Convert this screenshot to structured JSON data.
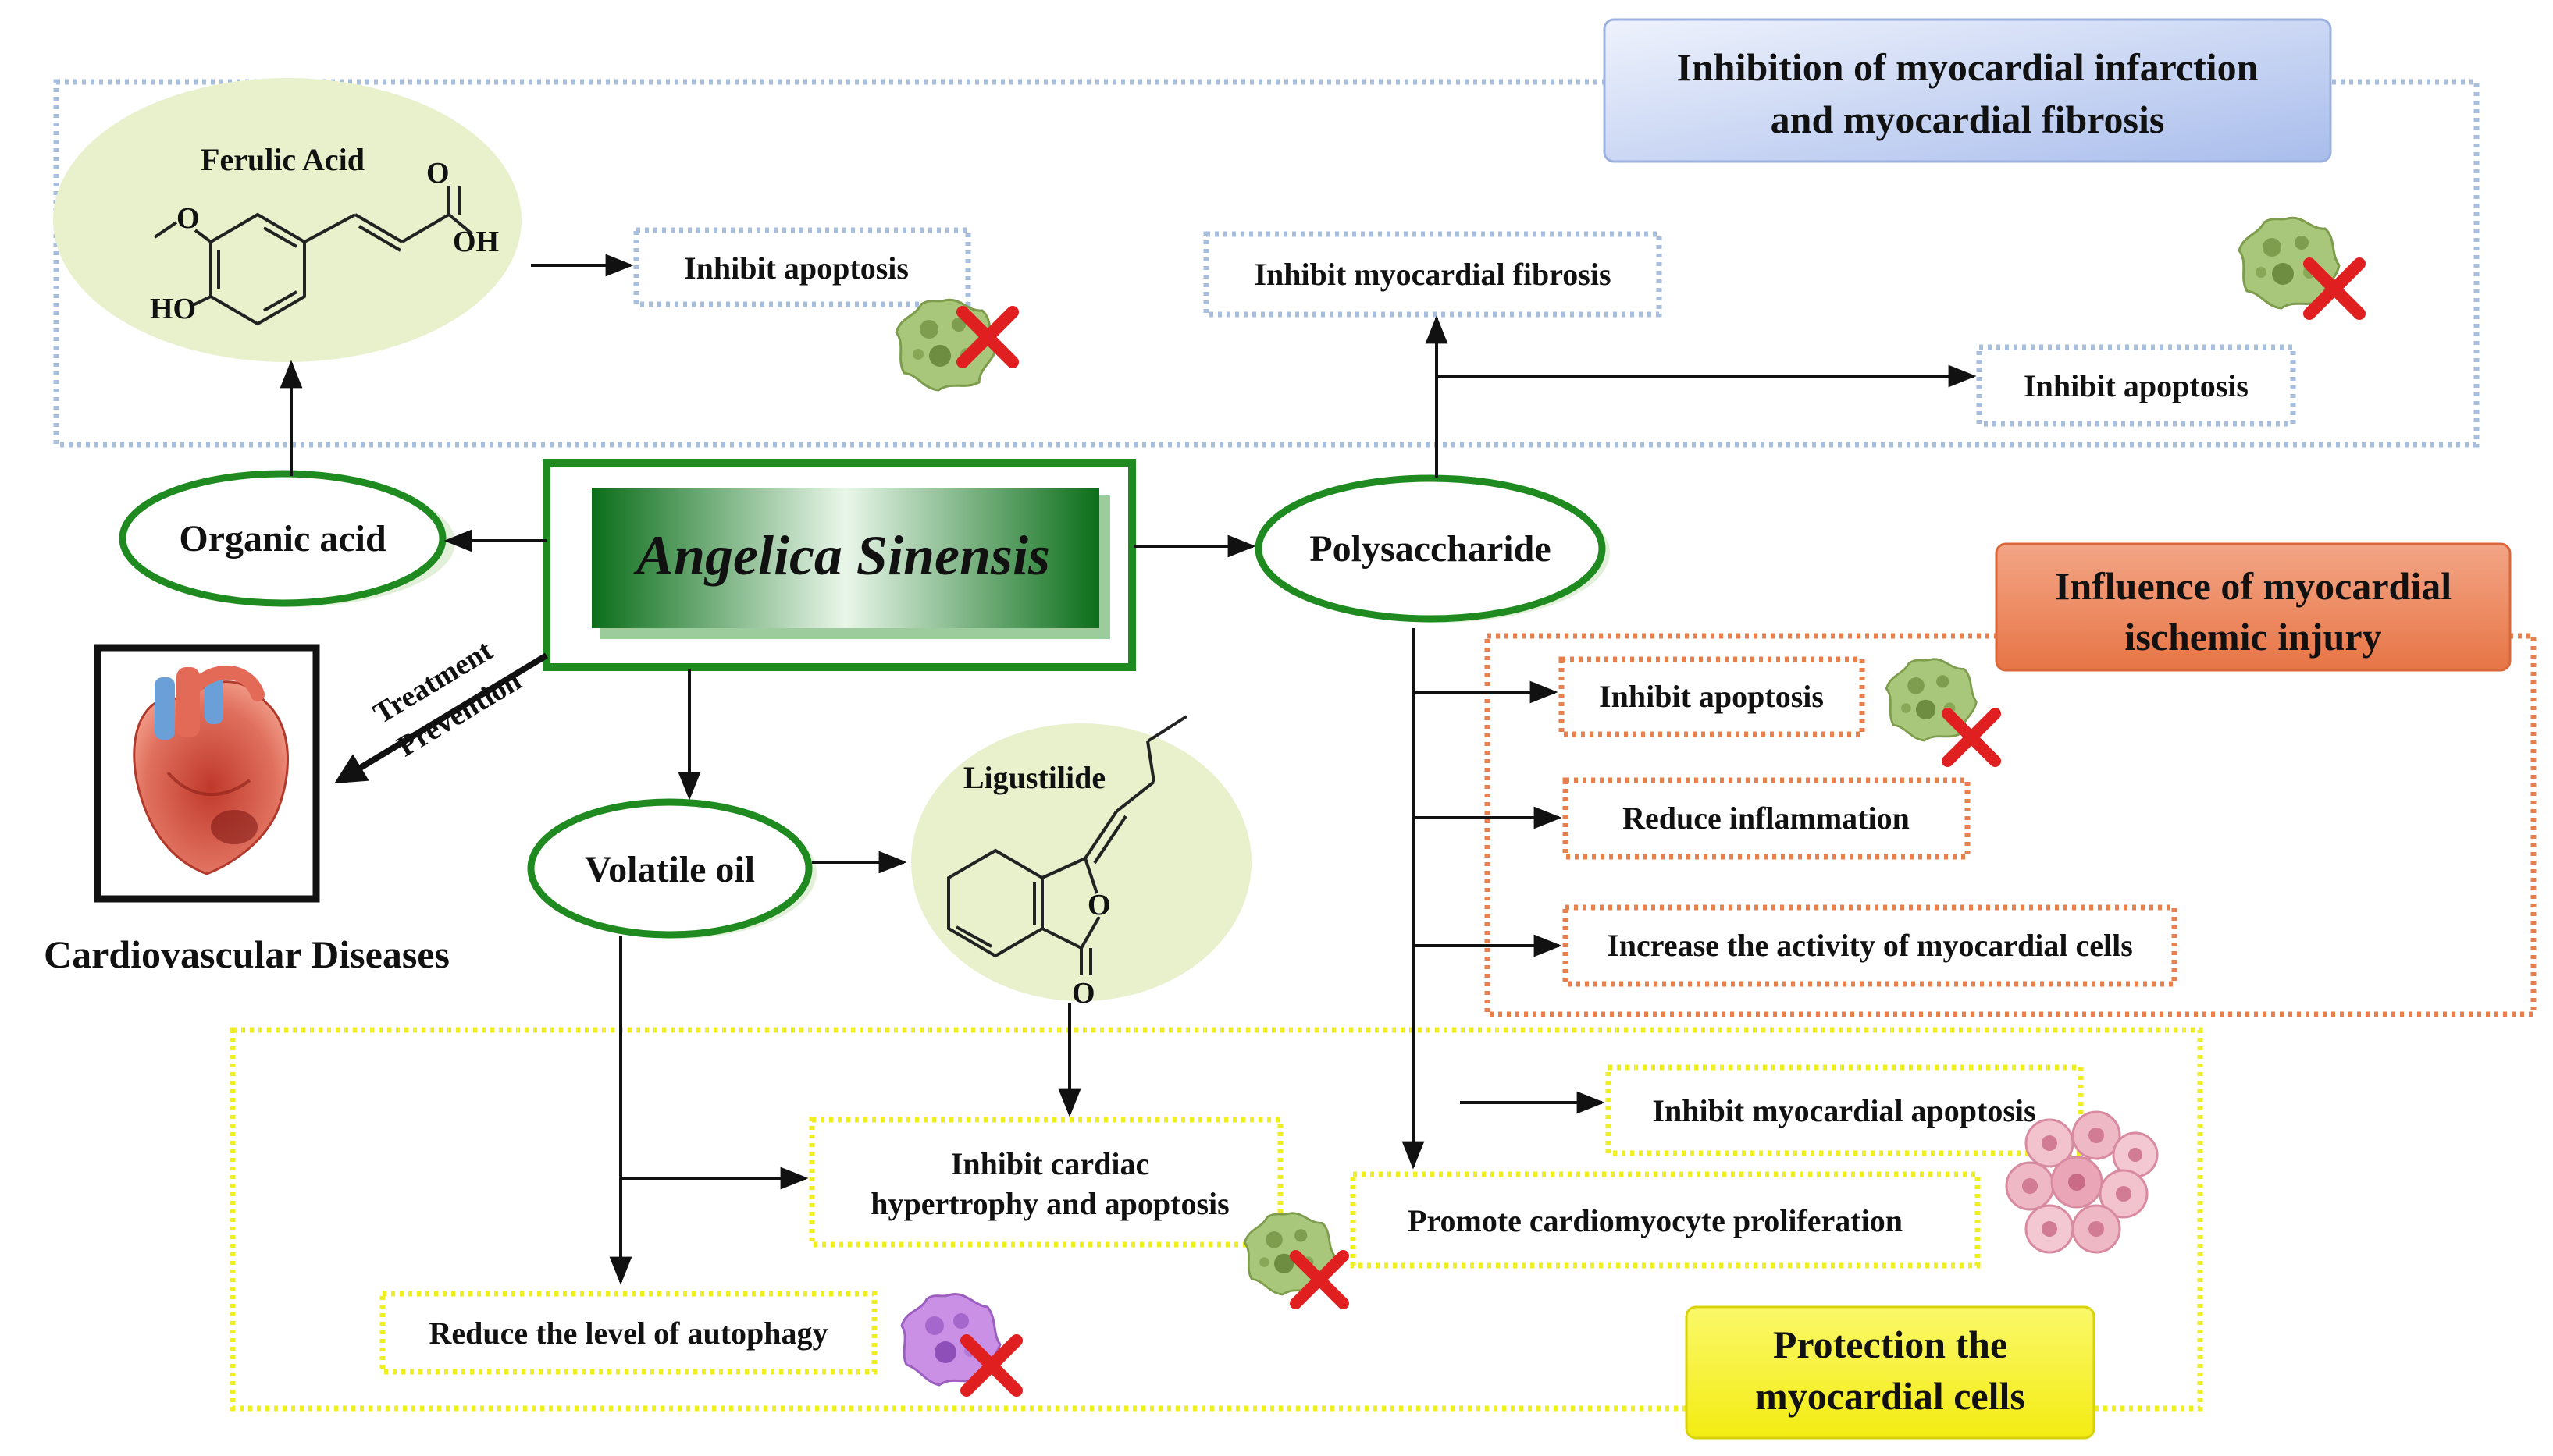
{
  "center": {
    "label": "Angelica Sinensis"
  },
  "components": {
    "organic_acid": "Organic acid",
    "polysaccharide": "Polysaccharide",
    "volatile_oil": "Volatile oil"
  },
  "compounds": {
    "ferulic_acid": {
      "name": "Ferulic Acid",
      "atom_o_top": "O",
      "atom_oh": "OH",
      "atom_o_methoxy": "O",
      "atom_ho": "HO"
    },
    "ligustilide": {
      "name": "Ligustilide",
      "atom_o_ring": "O",
      "atom_o_carbonyl": "O"
    }
  },
  "disease": {
    "label": "Cardiovascular Diseases",
    "arrow_label_1": "Treatment",
    "arrow_label_2": "Prevention"
  },
  "groups": {
    "infarction": {
      "line1": "Inhibition of myocardial infarction",
      "line2": "and myocardial fibrosis",
      "color": "#b9c8ee"
    },
    "ischemic": {
      "line1": "Influence of myocardial",
      "line2": "ischemic injury",
      "color": "#ef8d69"
    },
    "protection": {
      "line1": "Protection the",
      "line2": "myocardial cells",
      "color": "#f6f028"
    }
  },
  "effects": {
    "ferulic_inhibit_apoptosis": "Inhibit apoptosis",
    "inhibit_myocardial_fibrosis": "Inhibit myocardial fibrosis",
    "poly_inhibit_apoptosis_top": "Inhibit apoptosis",
    "ischemic_inhibit_apoptosis": "Inhibit apoptosis",
    "reduce_inflammation": "Reduce inflammation",
    "increase_activity": "Increase the activity of myocardial cells",
    "inhibit_myocardial_apoptosis": "Inhibit myocardial apoptosis",
    "inhibit_cardiac_line1": "Inhibit cardiac",
    "inhibit_cardiac_line2": "hypertrophy and apoptosis",
    "promote_proliferation": "Promote cardiomyocyte proliferation",
    "reduce_autophagy": "Reduce the level of autophagy"
  },
  "colors": {
    "green_border": "#1f8a1f",
    "blue_dots": "#a8bedd",
    "orange_dots": "#e8804e",
    "yellow_dots": "#eeee22",
    "cell_green": "#9fbf6a",
    "cell_pink": "#e8a7b8",
    "cell_purple": "#c48ee0",
    "cross_red": "#e02020"
  }
}
